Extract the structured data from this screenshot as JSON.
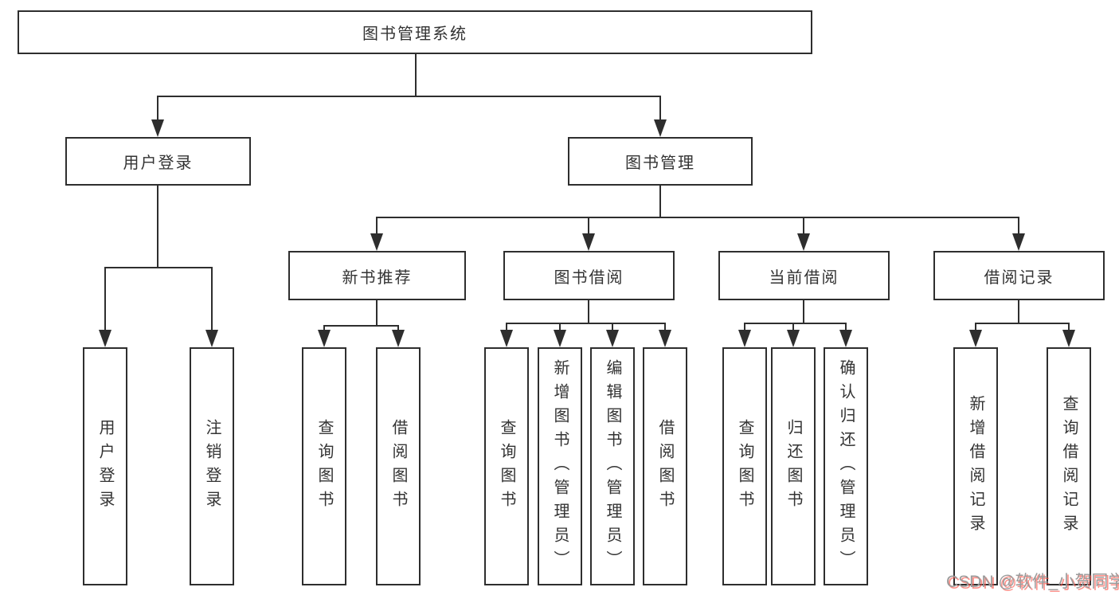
{
  "diagram": {
    "title": "图书管理系统",
    "branches": {
      "user_login": {
        "label": "用户登录",
        "children": [
          "用户登录",
          "注销登录"
        ]
      },
      "book_mgmt": {
        "label": "图书管理",
        "sections": {
          "new_books": {
            "label": "新书推荐",
            "children": [
              "查询图书",
              "借阅图书"
            ]
          },
          "book_borrow": {
            "label": "图书借阅",
            "children": [
              "查询图书",
              "新增图书（管理员）",
              "编辑图书（管理员）",
              "借阅图书"
            ]
          },
          "current_borrow": {
            "label": "当前借阅",
            "children": [
              "查询图书",
              "归还图书",
              "确认归还（管理员）"
            ]
          },
          "borrow_records": {
            "label": "借阅记录",
            "children": [
              "新增借阅记录",
              "查询借阅记录"
            ]
          }
        }
      }
    }
  },
  "watermark": "CSDN @软件_小贺同学",
  "colors": {
    "line": "#2e2e2e",
    "text": "#333333",
    "background": "#ffffff",
    "watermark_gray": "#9b9b9b",
    "watermark_red": "#fc5549"
  }
}
